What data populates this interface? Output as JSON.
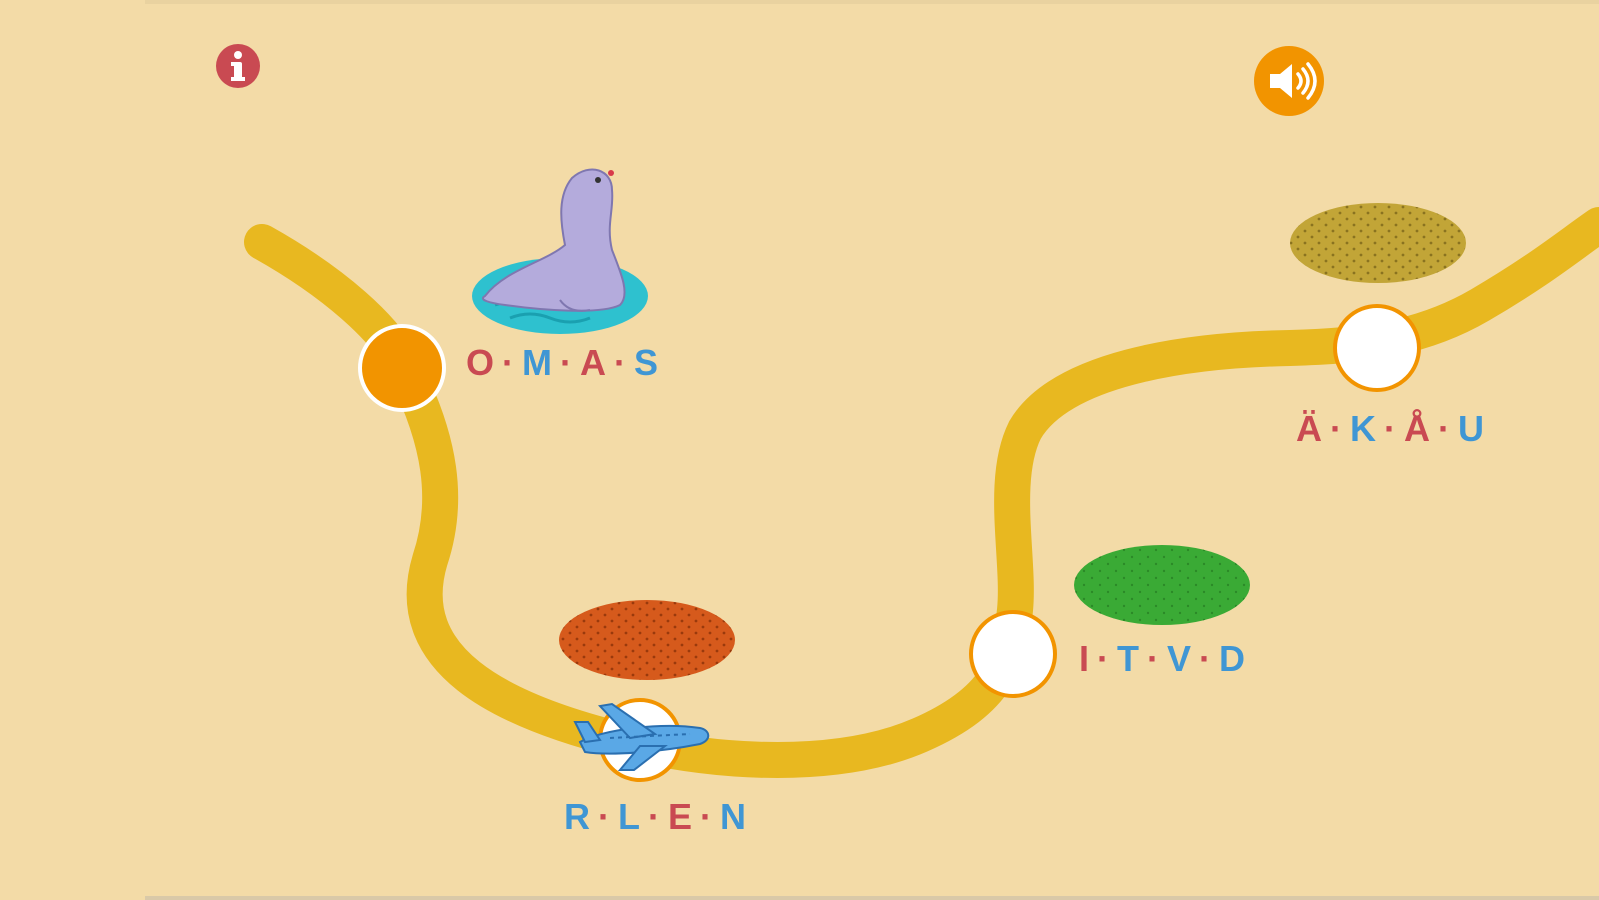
{
  "colors": {
    "background": "#f3dba7",
    "path": "#e8b820",
    "node_active": "#f29400",
    "node_empty": "#ffffff",
    "node_border": "#f29400",
    "red_letter": "#c94a52",
    "blue_letter": "#3f96d4"
  },
  "icons": {
    "info": "info-icon",
    "sound": "speaker-icon"
  },
  "words": [
    {
      "id": "omas",
      "letters": [
        {
          "ch": "O",
          "c": "red"
        },
        {
          "ch": "M",
          "c": "blue"
        },
        {
          "ch": "A",
          "c": "red"
        },
        {
          "ch": "S",
          "c": "blue"
        }
      ],
      "state": "active",
      "picture": "seal"
    },
    {
      "id": "rlen",
      "letters": [
        {
          "ch": "R",
          "c": "blue"
        },
        {
          "ch": "L",
          "c": "blue"
        },
        {
          "ch": "E",
          "c": "red"
        },
        {
          "ch": "N",
          "c": "blue"
        }
      ],
      "state": "empty",
      "picture": "airplane",
      "spot_color": "#d65a1c"
    },
    {
      "id": "itvd",
      "letters": [
        {
          "ch": "I",
          "c": "red"
        },
        {
          "ch": "T",
          "c": "blue"
        },
        {
          "ch": "V",
          "c": "blue"
        },
        {
          "ch": "D",
          "c": "blue"
        }
      ],
      "state": "empty",
      "spot_color": "#3aaa35"
    },
    {
      "id": "akau",
      "letters": [
        {
          "ch": "Ä",
          "c": "red"
        },
        {
          "ch": "K",
          "c": "blue"
        },
        {
          "ch": "Å",
          "c": "red"
        },
        {
          "ch": "U",
          "c": "blue"
        }
      ],
      "state": "empty",
      "spot_color": "#c2a537"
    }
  ]
}
